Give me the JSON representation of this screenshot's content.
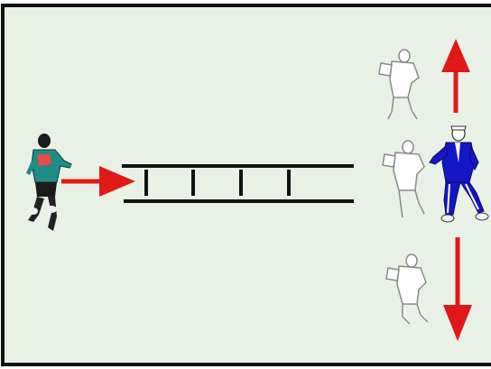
{
  "diagram": {
    "background_color": "#e9f1e6",
    "border_color": "#111111",
    "arrow_color": "#e01818",
    "ladder_color": "#111111",
    "ladder_rungs": 4,
    "players": {
      "runner": {
        "icon": "running-player-icon",
        "shirt_color": "#1f8c86",
        "shorts_color": "#1a1a1a"
      },
      "coach": {
        "icon": "coach-figure-icon",
        "tracksuit_color": "#1515c8"
      },
      "ghost_positions": [
        "top",
        "middle",
        "bottom"
      ]
    },
    "arrows": [
      {
        "name": "runner-to-ladder-arrow",
        "direction": "right"
      },
      {
        "name": "up-arrow",
        "direction": "up"
      },
      {
        "name": "down-arrow",
        "direction": "down"
      }
    ]
  }
}
